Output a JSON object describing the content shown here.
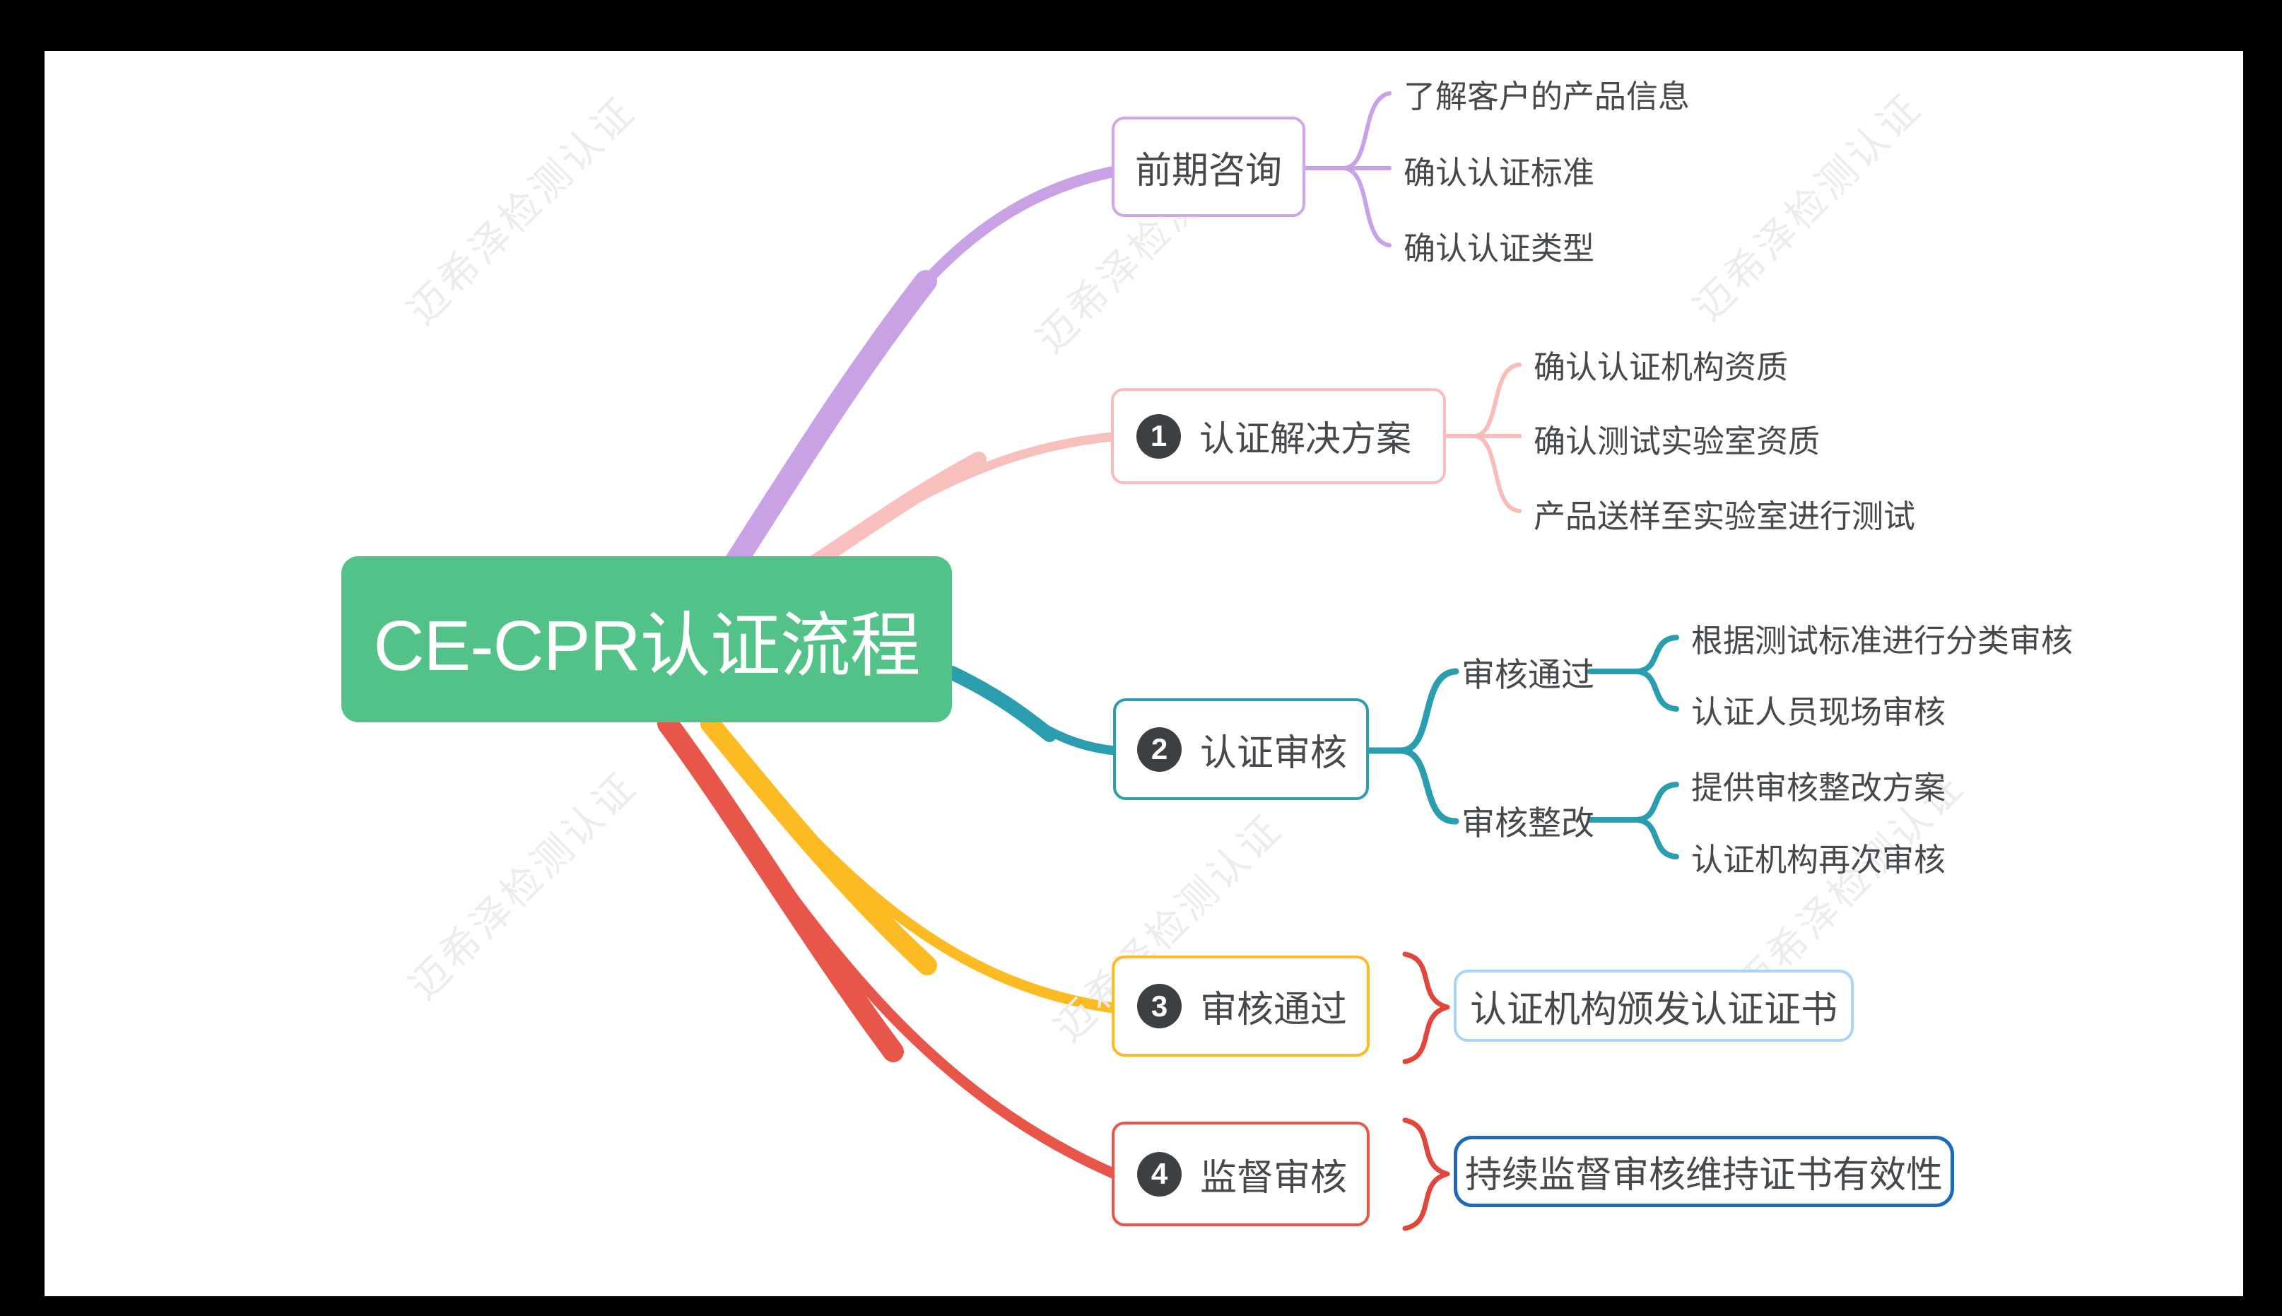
{
  "page": {
    "frame_color": "#000000",
    "canvas_color": "#ffffff",
    "text_color": "#45494d"
  },
  "watermark": {
    "text": "迈希泽检测认证",
    "color": "#ececec"
  },
  "root": {
    "label": "CE-CPR认证流程",
    "fill_color": "#52c289",
    "text_color": "#ffffff"
  },
  "badge_style": {
    "fill_color": "#3d4043",
    "text_color": "#ffffff"
  },
  "brace_color": "#e2463b",
  "branches": [
    {
      "label": "前期咨询",
      "color": "#cfa6ea",
      "children": [
        {
          "label": "了解客户的产品信息"
        },
        {
          "label": "确认认证标准"
        },
        {
          "label": "确认认证类型"
        }
      ]
    },
    {
      "badge": "1",
      "label": "认证解决方案",
      "color": "#f8bcba",
      "children": [
        {
          "label": "确认认证机构资质"
        },
        {
          "label": "确认测试实验室资质"
        },
        {
          "label": "产品送样至实验室进行测试"
        }
      ]
    },
    {
      "badge": "2",
      "label": "认证审核",
      "color": "#2a9daf",
      "children": [
        {
          "label": "审核通过",
          "children": [
            {
              "label": "根据测试标准进行分类审核"
            },
            {
              "label": "认证人员现场审核"
            }
          ]
        },
        {
          "label": "审核整改",
          "children": [
            {
              "label": "提供审核整改方案"
            },
            {
              "label": "认证机构再次审核"
            }
          ]
        }
      ]
    },
    {
      "badge": "3",
      "label": "审核通过",
      "color": "#fcbb22",
      "result": {
        "label": "认证机构颁发认证证书",
        "border_color": "#a8d4fa"
      }
    },
    {
      "badge": "4",
      "label": "监督审核",
      "color": "#e8564a",
      "result": {
        "label": "持续监督审核维持证书有效性",
        "border_color": "#1c6ab8"
      }
    }
  ]
}
